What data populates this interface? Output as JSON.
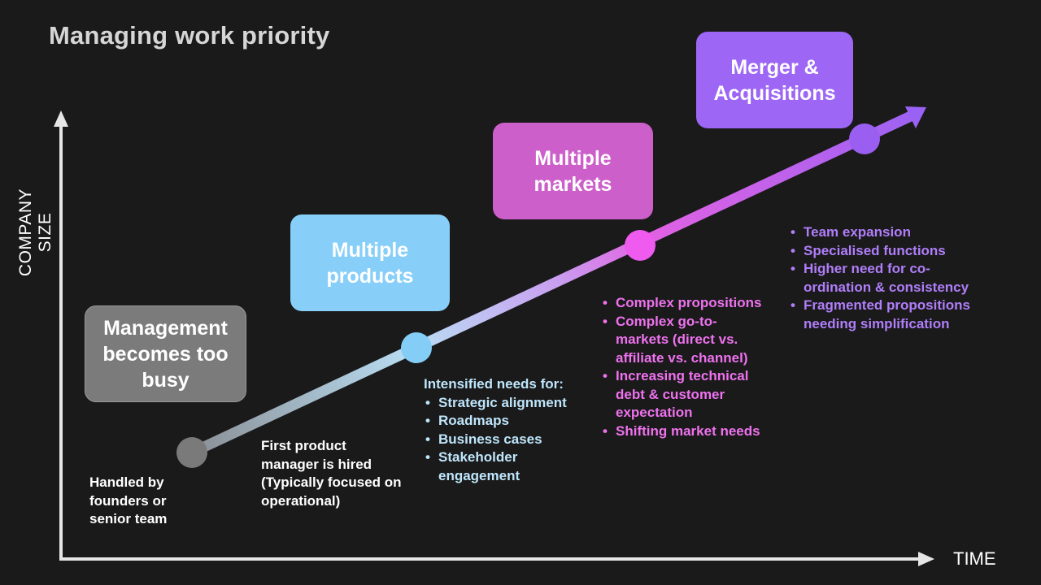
{
  "title": "Managing work priority",
  "axes": {
    "y_label": "COMPANY SIZE",
    "x_label": "TIME"
  },
  "stages": [
    {
      "label": "Management becomes too busy",
      "color": "#7b7b7b",
      "dot_color": "#7a7a7a"
    },
    {
      "label": "Multiple products",
      "color": "#87cff8",
      "dot_color": "#84cdf6"
    },
    {
      "label": "Multiple markets",
      "color": "#cc5fca",
      "dot_color": "#ef5aef"
    },
    {
      "label": "Merger & Acquisitions",
      "color": "#9d66f4",
      "dot_color": "#9a5ff0"
    }
  ],
  "notes": {
    "stage1": {
      "text": "Handled by founders or senior team"
    },
    "stage2": {
      "text": "First product manager is hired (Typically focused on operational)"
    },
    "stage3": {
      "heading": "Intensified needs for:",
      "items": [
        "Strategic alignment",
        "Roadmaps",
        "Business cases",
        "Stakeholder engagement"
      ]
    },
    "stage4": {
      "items": [
        "Complex propositions",
        "Complex go-to-markets (direct vs. affiliate vs. channel)",
        "Increasing technical debt & customer expectation",
        "Shifting market needs"
      ]
    },
    "stage5": {
      "items": [
        "Team expansion",
        "Specialised functions",
        "Higher need for co-ordination & consistency",
        "Fragmented propositions needing simplification"
      ]
    }
  }
}
